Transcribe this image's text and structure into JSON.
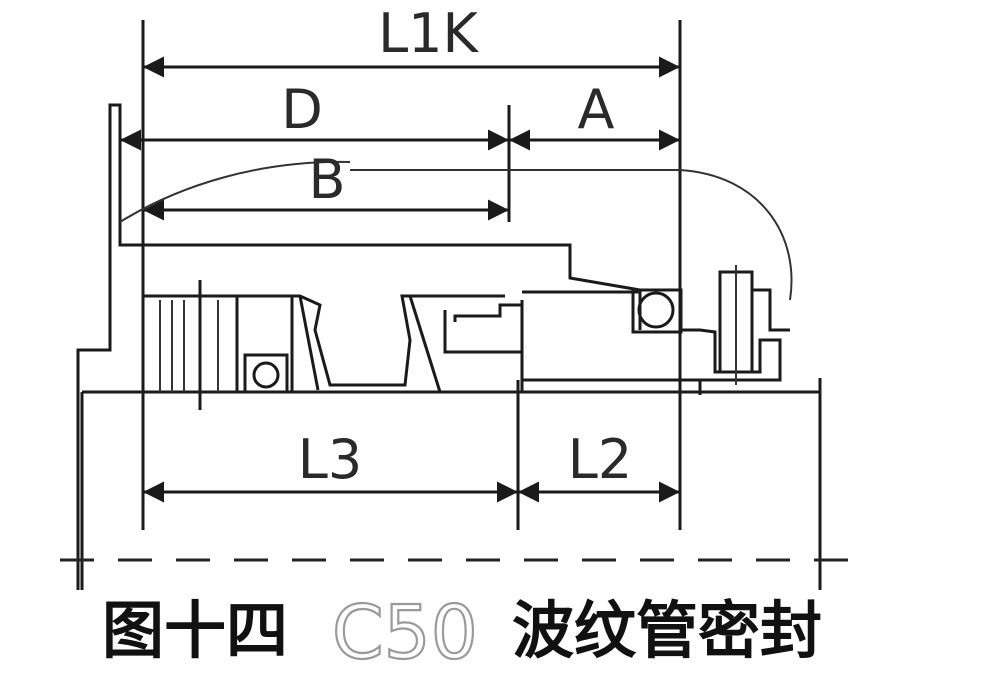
{
  "labels": {
    "L1K": "L1K",
    "D": "D",
    "A": "A",
    "B": "B",
    "L3": "L3",
    "L2": "L2"
  },
  "caption": {
    "figure": "图十四",
    "code": "C50",
    "name": "波纹管密封"
  }
}
